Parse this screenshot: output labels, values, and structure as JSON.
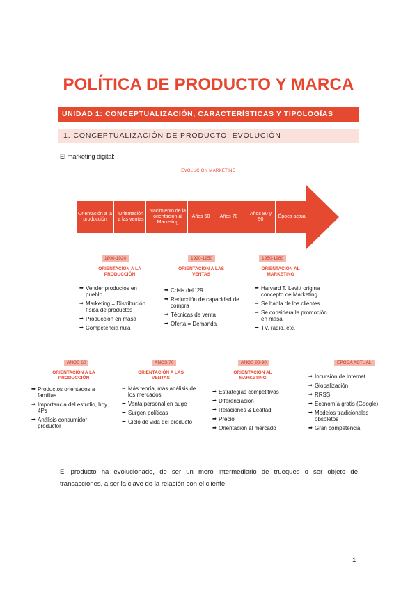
{
  "title": "POLÍTICA DE PRODUCTO Y MARCA",
  "unit_banner": "UNIDAD 1: CONCEPTUALIZACIÓN, CARACTERÍSTICAS Y TIPOLOGÍAS",
  "section_banner": "1. CONCEPTUALIZACIÓN DE PRODUCTO: EVOLUCIÓN",
  "intro": "El marketing digital:",
  "chart": {
    "title": "EVOLUCIÓN MARKETING",
    "stages": [
      "Orientación a la producción",
      "Orientación a las ventas",
      "Nacimiento de la orientación al Marketing",
      "Años 60",
      "Años 70",
      "Años 80 y 90",
      "Época actual"
    ]
  },
  "bullet_marker": "➡",
  "periods_top": [
    {
      "tag": "1800-1920",
      "heading": "ORIENTACIÓN A LA PRODUCCIÓN",
      "items": [
        "Vender productos en pueblo",
        "Marketing = Distribución física de productos",
        "Producción en masa",
        "Competencia nula"
      ]
    },
    {
      "tag": "1920-1950",
      "heading": "ORIENTACIÓN A LAS VENTAS",
      "items": [
        "Crisis del ´29",
        "Reducción de capacidad de compra",
        "Técnicas de venta",
        "Oferta = Demanda"
      ]
    },
    {
      "tag": "1950-1960",
      "heading": "ORIENTACIÓN AL MARKETING",
      "items": [
        "Harvard T. Levitt origina concepto de Marketing",
        "Se habla de los clientes",
        "Se considera la promoción en masa",
        "TV, radio, etc."
      ]
    }
  ],
  "periods_bottom": [
    {
      "tag": "AÑOS 60",
      "heading": "ORIENTACIÓN A LA PRODUCCIÓN",
      "items": [
        "Productos orientados a familias",
        "Importancia del estudio, hoy 4Ps",
        "Análisis consumidor-productor"
      ]
    },
    {
      "tag": "AÑOS 70",
      "heading": "ORIENTACIÓN A LAS VENTAS",
      "items": [
        "Más teoría, más análisis de los mercados",
        "Venta personal en auge",
        "Surgen políticas",
        "Ciclo de vida del producto"
      ]
    },
    {
      "tag": "AÑOS 80-90",
      "heading": "ORIENTACIÓN AL MARKETING",
      "items": [
        "Estrategias competitivas",
        "Diferenciación",
        "Relaciones & Lealtad",
        "Precio",
        "Orientación al mercado"
      ]
    },
    {
      "tag": "ÉPOCA ACTUAL",
      "heading": "",
      "items": [
        "Incursión de Internet",
        "Globalización",
        "RRSS",
        "Economía gratis (Google)",
        "Modelos tradicionales obsoletos",
        "Gran competencia"
      ]
    }
  ],
  "conclusion": "El producto ha evolucionado, de ser un mero intermediario de trueques o ser objeto de transacciones, a ser la clave de la relación con el cliente.",
  "page_number": "1",
  "colors": {
    "accent": "#e5492f",
    "title": "#e8452f",
    "light_band": "#fbe1dc",
    "tag_bg": "#f5b8ac"
  }
}
